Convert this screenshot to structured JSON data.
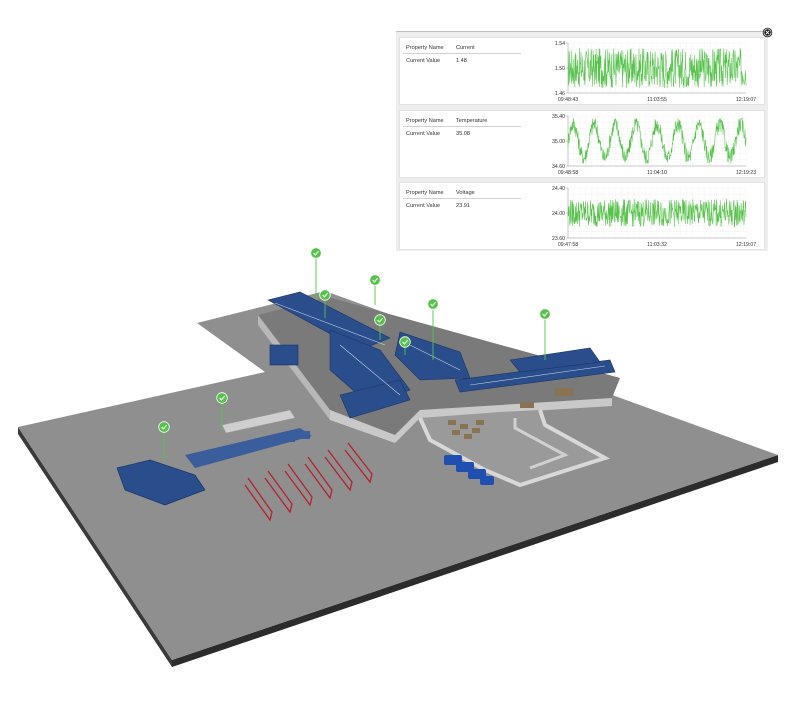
{
  "colors": {
    "accent": "#55c24a",
    "floor": "#8d8d8d",
    "machine_blue": "#284a86",
    "rack_red": "#b4222c"
  },
  "icons": {
    "close": "close-circle-icon",
    "status": "check-circle-icon"
  },
  "panels": [
    {
      "name_label": "Property Name",
      "name_value": "Current",
      "value_label": "Current Value",
      "value": "1.48",
      "chart_data": {
        "type": "line",
        "xticks": [
          "09:48:43",
          "11:03:55",
          "12:19:07"
        ],
        "yticks": [
          "1.54",
          "1.50",
          "1.46"
        ],
        "ylim": [
          1.46,
          1.54
        ],
        "center": 1.5,
        "amplitude": 0.03,
        "cycles": 0,
        "noise": 0.85,
        "grid": true
      }
    },
    {
      "name_label": "Property Name",
      "name_value": "Temperature",
      "value_label": "Current Value",
      "value": "35.08",
      "chart_data": {
        "type": "line",
        "xticks": [
          "09:48:58",
          "11:04:10",
          "12:19:23"
        ],
        "yticks": [
          "35.40",
          "35.00",
          "34.60"
        ],
        "ylim": [
          34.6,
          35.4
        ],
        "center": 35.0,
        "amplitude": 0.27,
        "cycles": 8.5,
        "noise": 0.38,
        "grid": true
      }
    },
    {
      "name_label": "Property Name",
      "name_value": "Voltage",
      "value_label": "Current Value",
      "value": "23.91",
      "chart_data": {
        "type": "line",
        "xticks": [
          "09:47:58",
          "11:03:32",
          "12:19:07"
        ],
        "yticks": [
          "24.40",
          "24.00",
          "23.60"
        ],
        "ylim": [
          23.6,
          24.4
        ],
        "center": 24.0,
        "amplitude": 0.2,
        "cycles": 0,
        "noise": 0.8,
        "grid": true
      }
    }
  ],
  "markers": [
    {
      "id": "marker-furnace"
    },
    {
      "id": "marker-entry"
    },
    {
      "id": "marker-press"
    },
    {
      "id": "marker-mill"
    },
    {
      "id": "marker-roller"
    },
    {
      "id": "marker-coil"
    },
    {
      "id": "marker-finishing"
    },
    {
      "id": "marker-cooling"
    },
    {
      "id": "marker-stacker"
    }
  ]
}
